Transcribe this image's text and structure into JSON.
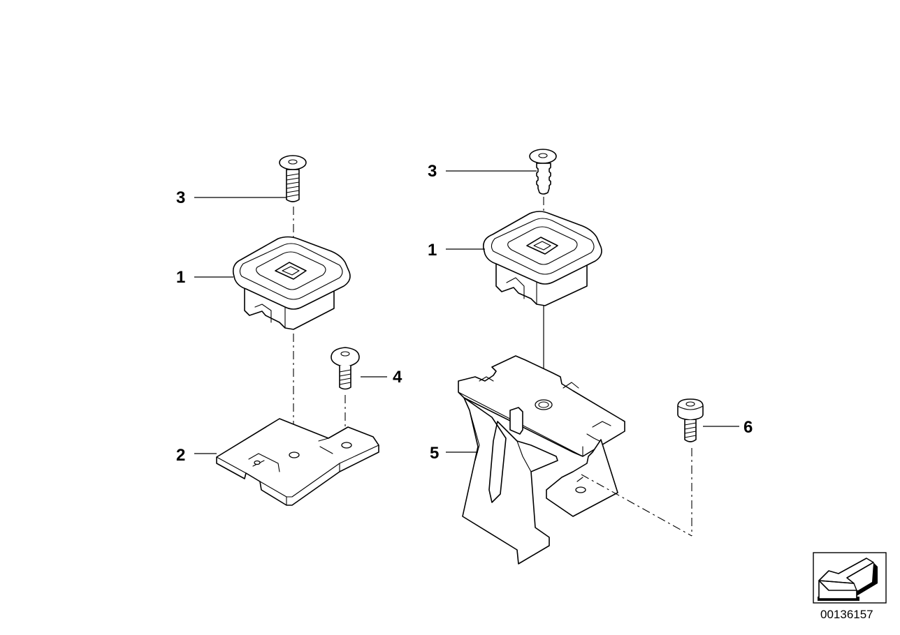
{
  "diagram": {
    "callouts": {
      "left_clip_screw": "3",
      "left_clip": "1",
      "left_screw": "4",
      "left_bracket": "2",
      "right_clip_screw": "3",
      "right_clip": "1",
      "right_bracket": "5",
      "right_screw": "6"
    },
    "document_number": "00136157",
    "orientation_icon": "arrow-icon"
  }
}
